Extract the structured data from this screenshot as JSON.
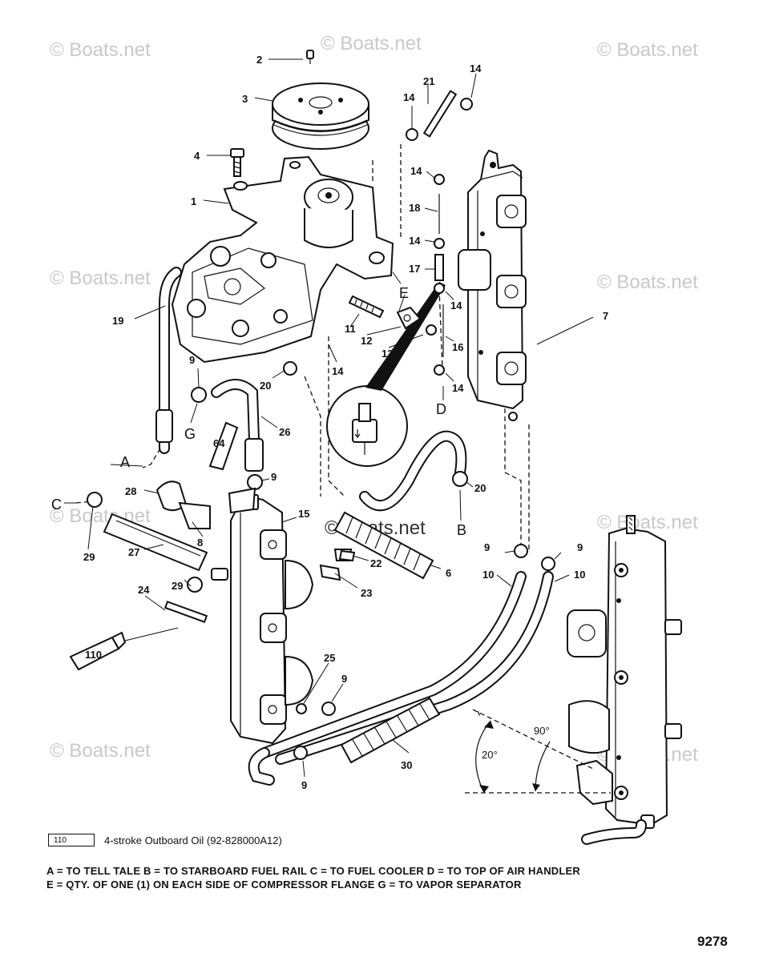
{
  "watermark": "© Boats.net",
  "callouts": {
    "c1": "1",
    "c2": "2",
    "c3": "3",
    "c4": "4",
    "c6": "6",
    "c7": "7",
    "c8": "8",
    "c9": "9",
    "c10": "10",
    "c11": "11",
    "c12": "12",
    "c13": "13",
    "c14": "14",
    "c15": "15",
    "c16": "16",
    "c17": "17",
    "c18": "18",
    "c19": "19",
    "c20": "20",
    "c21": "21",
    "c22": "22",
    "c23": "23",
    "c24": "24",
    "c25": "25",
    "c26": "26",
    "c27": "27",
    "c28": "28",
    "c29": "29",
    "c30": "30"
  },
  "letters": {
    "A": "A",
    "B": "B",
    "C": "C",
    "D": "D",
    "E": "E",
    "G": "G"
  },
  "tube_codes": {
    "t64": "64",
    "t110": "110"
  },
  "angles": {
    "a90": "90°",
    "a20": "20°"
  },
  "legend": {
    "code": "110",
    "text": "4-stroke Outboard Oil (92-828000A12)"
  },
  "notes": {
    "line1": "A = TO TELL TALE    B = TO STARBOARD FUEL RAIL    C = TO FUEL COOLER    D = TO TOP OF AIR HANDLER",
    "line2": "E = QTY. OF ONE (1) ON EACH SIDE OF COMPRESSOR FLANGE      G = TO VAPOR SEPARATOR"
  },
  "figure_number": "9278"
}
